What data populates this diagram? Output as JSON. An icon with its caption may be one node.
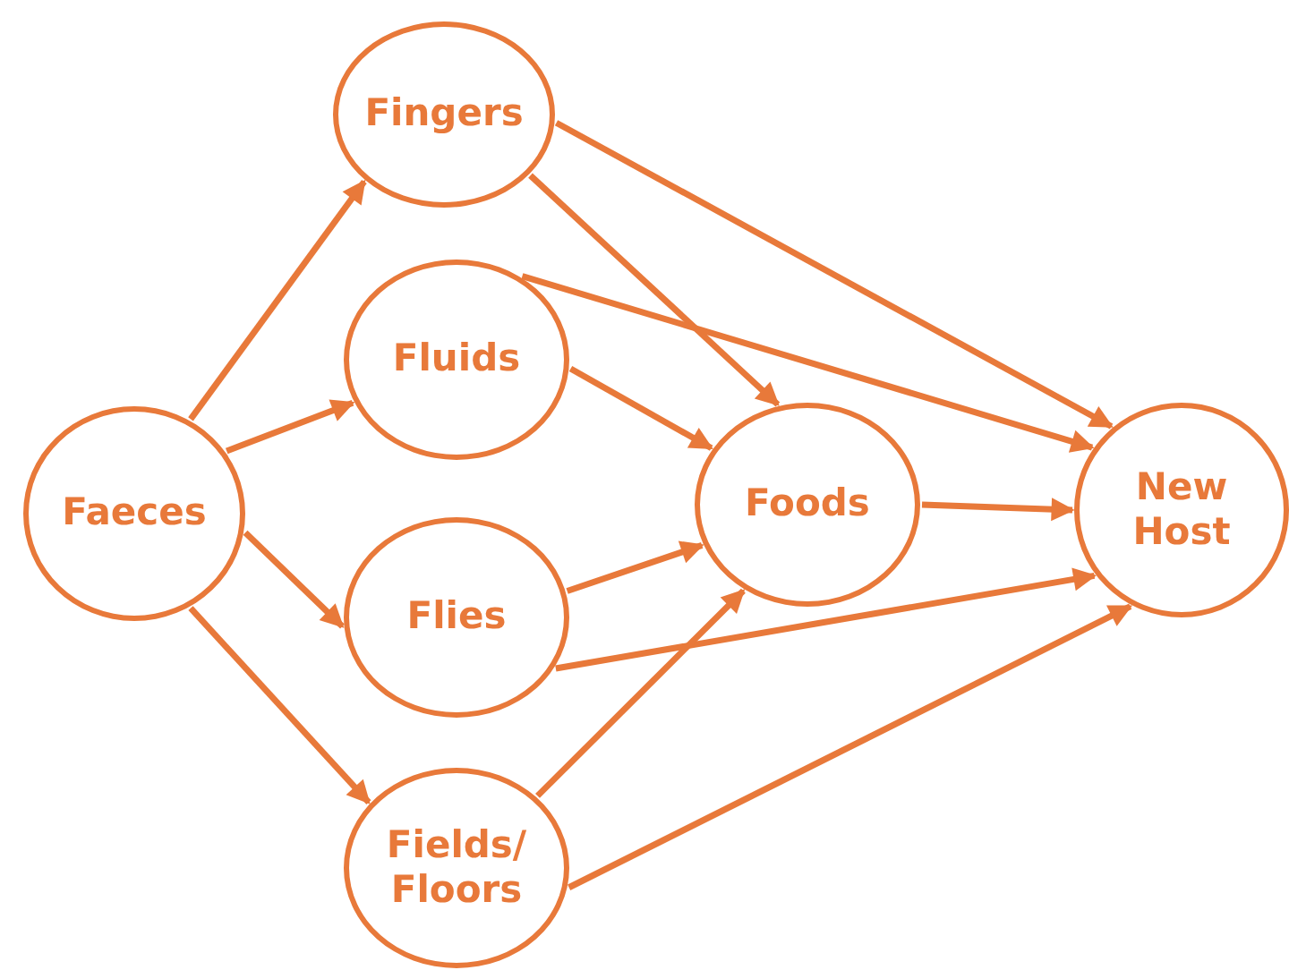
{
  "diagram": {
    "nodes": [
      {
        "text": [
          "Faeces"
        ]
      },
      {
        "text": [
          "Fingers"
        ]
      },
      {
        "text": [
          "Fluids"
        ]
      },
      {
        "text": [
          "Flies"
        ]
      },
      {
        "text": [
          "Fields/ Floors"
        ]
      },
      {
        "text": [
          "Foods"
        ]
      },
      {
        "text": [
          "New Host"
        ]
      }
    ],
    "edges": [
      {
        "from": 0,
        "to": 1,
        "arrow": "to"
      },
      {
        "from": 0,
        "to": 2,
        "arrow": "to"
      },
      {
        "from": 0,
        "to": 3,
        "arrow": "to"
      },
      {
        "from": 0,
        "to": 4,
        "arrow": "to"
      },
      {
        "from": 1,
        "to": 5,
        "arrow": "to"
      },
      {
        "from": 1,
        "to": 6,
        "arrow": "to"
      },
      {
        "from": 2,
        "to": 5,
        "arrow": "to"
      },
      {
        "from": 2,
        "to": 6,
        "arrow": "to"
      },
      {
        "from": 3,
        "to": 5,
        "arrow": "to"
      },
      {
        "from": 3,
        "to": 6,
        "arrow": "to"
      },
      {
        "from": 4,
        "to": 5,
        "arrow": "to"
      },
      {
        "from": 4,
        "to": 6,
        "arrow": "to"
      },
      {
        "from": 5,
        "to": 6,
        "arrow": "to"
      }
    ]
  }
}
